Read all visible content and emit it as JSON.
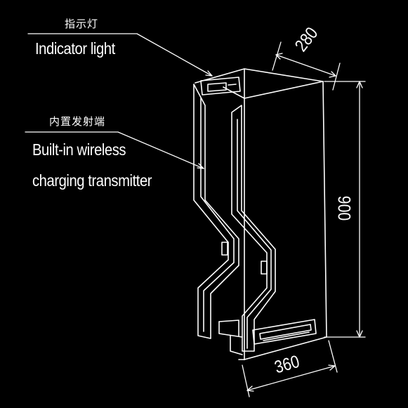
{
  "diagram": {
    "background": "#000000",
    "line_color": "#ffffff",
    "callouts": [
      {
        "cn": "指示灯",
        "en": "Indicator light"
      },
      {
        "cn": "内置发射端",
        "en": [
          "Built-in wireless",
          "charging transmitter"
        ]
      }
    ],
    "dimensions": {
      "depth": "280",
      "height": "900",
      "width": "360"
    }
  }
}
